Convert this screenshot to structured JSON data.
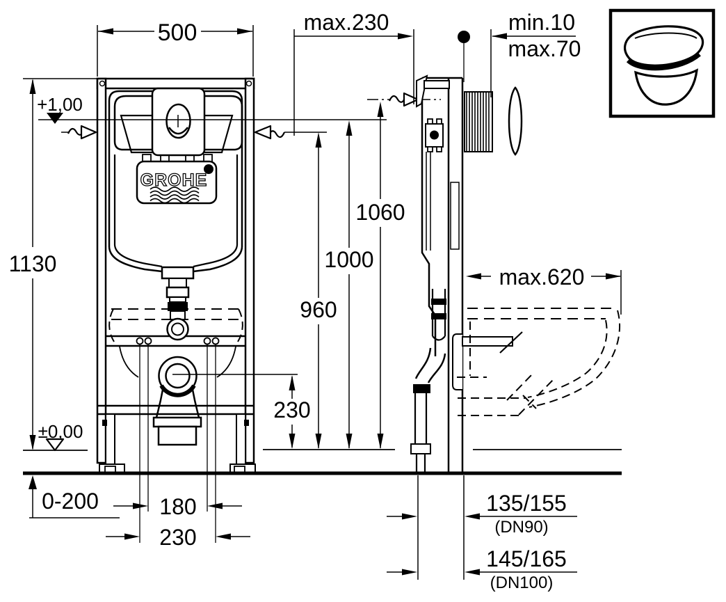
{
  "drawing": {
    "brand_label": "GROHE",
    "front_view": {
      "width_mm": "500",
      "frame_height_mm": "1130",
      "upper_level": "+1,00",
      "zero_level": "±0,00",
      "foot_adjustment_mm": "0-200",
      "fixing_spacing_inner_mm": "180",
      "fixing_spacing_outer_mm": "230",
      "outlet_center_height_mm": "230"
    },
    "side_view": {
      "front_wall_distance": "max.230",
      "plate_clearance_min": "min.10",
      "plate_clearance_max": "max.70",
      "top_fixing_height_mm": "1060",
      "actuation_center_height_mm": "1000",
      "frame_top_height_mm": "960",
      "bowl_projection": "max.620",
      "outlet_offset_dn90": "135/155",
      "outlet_dn90": "(DN90)",
      "outlet_offset_dn100": "145/165",
      "outlet_dn100": "(DN100)"
    }
  }
}
